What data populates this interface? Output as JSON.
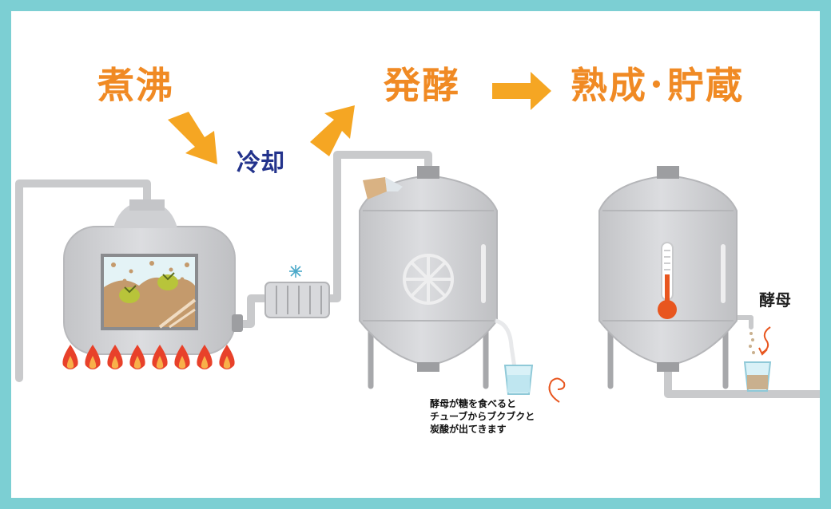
{
  "labels": {
    "boil": "煮沸",
    "cool": "冷却",
    "ferment": "発酵",
    "mature": "熟成･貯蔵",
    "yeast": "酵母"
  },
  "note": [
    "酵母が糖を食べると",
    "チューブからブクブクと",
    "炭酸が出てきます"
  ],
  "colors": {
    "frame": "#7ccfd3",
    "stage_text": "#f08a24",
    "cool_text": "#23338c",
    "arrow": "#f5a623",
    "tank": "#d4d5d7",
    "pipe": "#c9cacc",
    "flame": "#e8412a",
    "wort": "#c49a6c",
    "thermometer": "#e8561f"
  },
  "icons": [
    "arrow-icon",
    "flame-icon",
    "hop-icon",
    "snowflake-icon",
    "wheel-icon",
    "thermometer-icon",
    "glass-icon",
    "yeast-packet-icon"
  ]
}
